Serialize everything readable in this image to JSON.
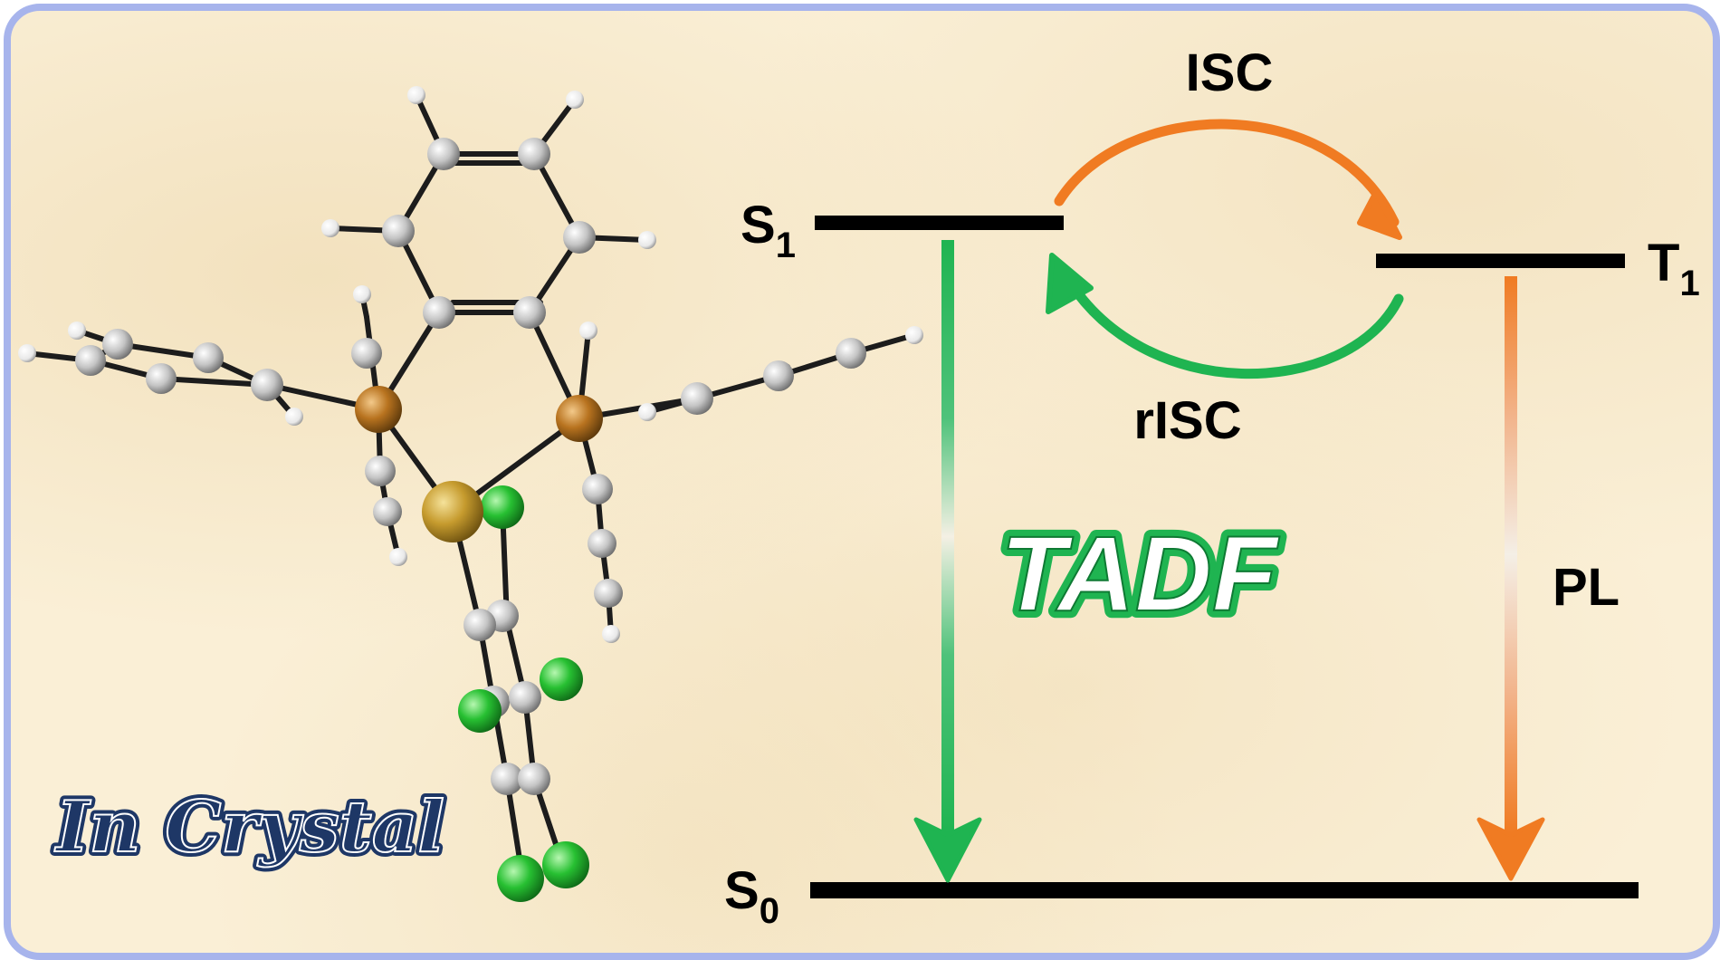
{
  "levels": {
    "s1": "S",
    "s1_sub": "1",
    "t1": "T",
    "t1_sub": "1",
    "s0": "S",
    "s0_sub": "0"
  },
  "processes": {
    "isc": "ISC",
    "risc": "rISC",
    "tadf": "TADF",
    "pl": "PL"
  },
  "structure": {
    "label": "In Crystal"
  },
  "colors": {
    "frame": "#a7b4ec",
    "background": "#faefd6",
    "isc_arrow": "#f07b22",
    "risc_arrow": "#1fb451",
    "tadf_arrow": "#1fb451",
    "pl_arrow": "#f07b22",
    "tadf_text": "#1fb451",
    "crystal_text": "#1e3766",
    "carbon": "#c8c8c8",
    "hydrogen": "#ffffff",
    "phosphorus": "#c07a22",
    "copper": "#c9a132",
    "chlorine": "#2bc433"
  }
}
